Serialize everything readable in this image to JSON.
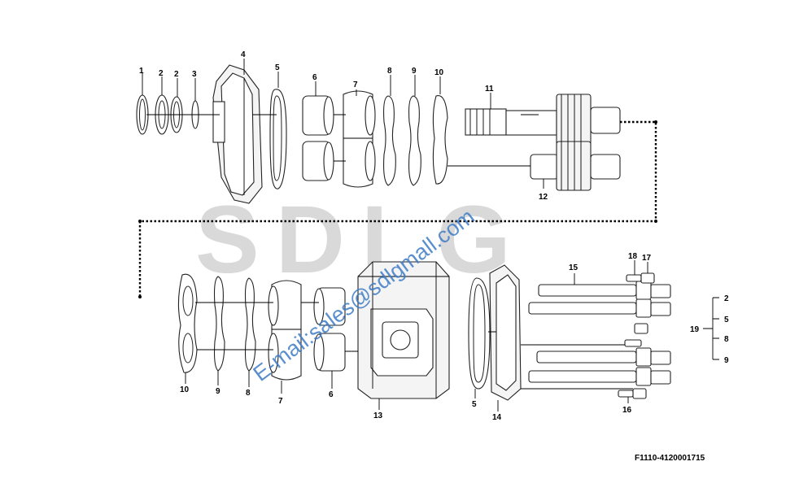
{
  "watermark": {
    "brand": "SDLG",
    "email": "E-mail:sales@sdlgmall.com"
  },
  "drawing_code": "F1110-4120001715",
  "callouts": [
    {
      "id": "c1",
      "text": "1"
    },
    {
      "id": "c2a",
      "text": "2"
    },
    {
      "id": "c2b",
      "text": "2"
    },
    {
      "id": "c3",
      "text": "3"
    },
    {
      "id": "c4",
      "text": "4"
    },
    {
      "id": "c5a",
      "text": "5"
    },
    {
      "id": "c6a",
      "text": "6"
    },
    {
      "id": "c7a",
      "text": "7"
    },
    {
      "id": "c8a",
      "text": "8"
    },
    {
      "id": "c9a",
      "text": "9"
    },
    {
      "id": "c10a",
      "text": "10"
    },
    {
      "id": "c11",
      "text": "11"
    },
    {
      "id": "c12",
      "text": "12"
    },
    {
      "id": "c10b",
      "text": "10"
    },
    {
      "id": "c9b",
      "text": "9"
    },
    {
      "id": "c8b",
      "text": "8"
    },
    {
      "id": "c7b",
      "text": "7"
    },
    {
      "id": "c6b",
      "text": "6"
    },
    {
      "id": "c13",
      "text": "13"
    },
    {
      "id": "c5b",
      "text": "5"
    },
    {
      "id": "c14",
      "text": "14"
    },
    {
      "id": "c15",
      "text": "15"
    },
    {
      "id": "c18",
      "text": "18"
    },
    {
      "id": "c17",
      "text": "17"
    },
    {
      "id": "c16",
      "text": "16"
    }
  ],
  "kit_legend": {
    "kit": "19",
    "items": [
      "2",
      "5",
      "8",
      "9"
    ]
  }
}
